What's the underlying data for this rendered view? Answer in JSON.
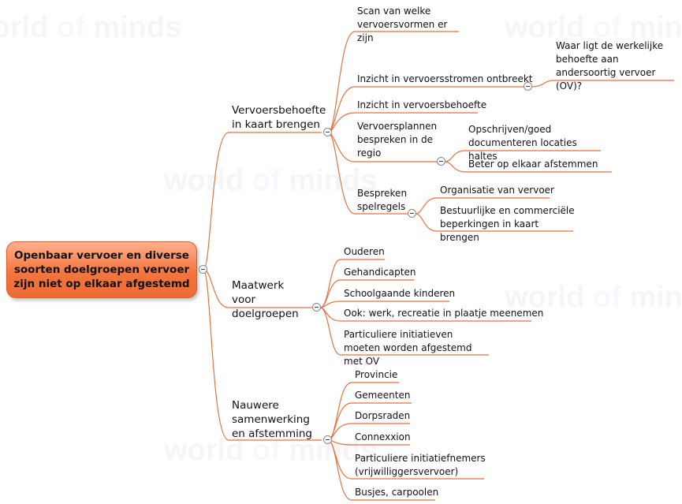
{
  "root": {
    "label": "Openbaar vervoer en diverse soorten doelgroepen vervoer zijn niet op elkaar afgestemd"
  },
  "branches": [
    {
      "id": "b1",
      "label": "Vervoersbehoefte in kaart brengen",
      "children": [
        {
          "id": "b1c1",
          "label": "Scan van welke vervoersvormen er zijn"
        },
        {
          "id": "b1c2",
          "label": "Inzicht in vervoersstromen ontbreekt",
          "children": [
            {
              "id": "b1c2a",
              "label": "Waar ligt de werkelijke behoefte aan andersoortig vervoer (OV)?"
            }
          ]
        },
        {
          "id": "b1c3",
          "label": "Inzicht in vervoersbehoefte"
        },
        {
          "id": "b1c4",
          "label": "Vervoersplannen bespreken in de regio",
          "children": [
            {
              "id": "b1c4a",
              "label": "Opschrijven/goed documenteren locaties haltes"
            },
            {
              "id": "b1c4b",
              "label": "Beter op elkaar afstemmen"
            }
          ]
        },
        {
          "id": "b1c5",
          "label": "Bespreken spelregels",
          "children": [
            {
              "id": "b1c5a",
              "label": "Organisatie van vervoer"
            },
            {
              "id": "b1c5b",
              "label": "Bestuurlijke en commerciële beperkingen in kaart brengen"
            }
          ]
        }
      ]
    },
    {
      "id": "b2",
      "label": "Maatwerk voor doelgroepen",
      "children": [
        {
          "id": "b2c1",
          "label": "Ouderen"
        },
        {
          "id": "b2c2",
          "label": "Gehandicapten"
        },
        {
          "id": "b2c3",
          "label": "Schoolgaande kinderen"
        },
        {
          "id": "b2c4",
          "label": "Ook: werk, recreatie in plaatje meenemen"
        },
        {
          "id": "b2c5",
          "label": "Particuliere initiatieven moeten worden afgestemd met OV"
        }
      ]
    },
    {
      "id": "b3",
      "label": "Nauwere samenwerking en afstemming",
      "children": [
        {
          "id": "b3c1",
          "label": "Provincie"
        },
        {
          "id": "b3c2",
          "label": "Gemeenten"
        },
        {
          "id": "b3c3",
          "label": "Dorpsraden"
        },
        {
          "id": "b3c4",
          "label": "Connexxion"
        },
        {
          "id": "b3c5",
          "label": "Particuliere initiatiefnemers (vrijwilliggersvervoer)"
        },
        {
          "id": "b3c6",
          "label": "Busjes, carpoolen"
        }
      ]
    }
  ],
  "watermark": {
    "word1": "world",
    "word2": "of",
    "word3": "minds"
  },
  "colors": {
    "line": "#e8713e",
    "root_fill": "#f4753f",
    "root_border": "#e05d28"
  }
}
